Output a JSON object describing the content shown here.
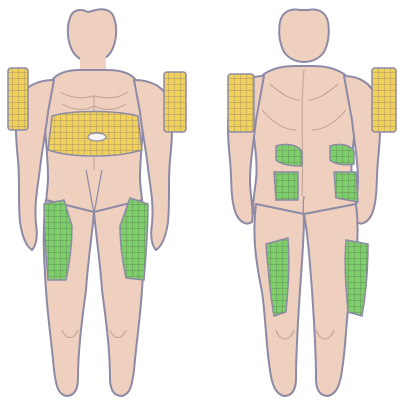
{
  "figure": {
    "views": [
      "front",
      "back"
    ],
    "colors": {
      "skin": "#efd0bf",
      "outline": "#8d8aa6",
      "muscle_line": "#c9a79a",
      "zone_yellow": "#f0d25a",
      "zone_green": "#7ccf6a",
      "grid_line": "#8f7a6a"
    },
    "zones": [
      {
        "view": "front",
        "region": "left-upper-arm",
        "color": "zone_yellow"
      },
      {
        "view": "front",
        "region": "right-upper-arm",
        "color": "zone_yellow"
      },
      {
        "view": "front",
        "region": "abdomen",
        "color": "zone_yellow"
      },
      {
        "view": "front",
        "region": "left-thigh",
        "color": "zone_green"
      },
      {
        "view": "front",
        "region": "right-thigh",
        "color": "zone_green"
      },
      {
        "view": "back",
        "region": "left-upper-arm",
        "color": "zone_yellow"
      },
      {
        "view": "back",
        "region": "right-upper-arm",
        "color": "zone_yellow"
      },
      {
        "view": "back",
        "region": "left-flank",
        "color": "zone_green"
      },
      {
        "view": "back",
        "region": "right-flank",
        "color": "zone_green"
      },
      {
        "view": "back",
        "region": "left-buttock",
        "color": "zone_green"
      },
      {
        "view": "back",
        "region": "right-buttock",
        "color": "zone_green"
      },
      {
        "view": "back",
        "region": "left-back-thigh",
        "color": "zone_green"
      },
      {
        "view": "back",
        "region": "right-back-thigh",
        "color": "zone_green"
      }
    ]
  }
}
